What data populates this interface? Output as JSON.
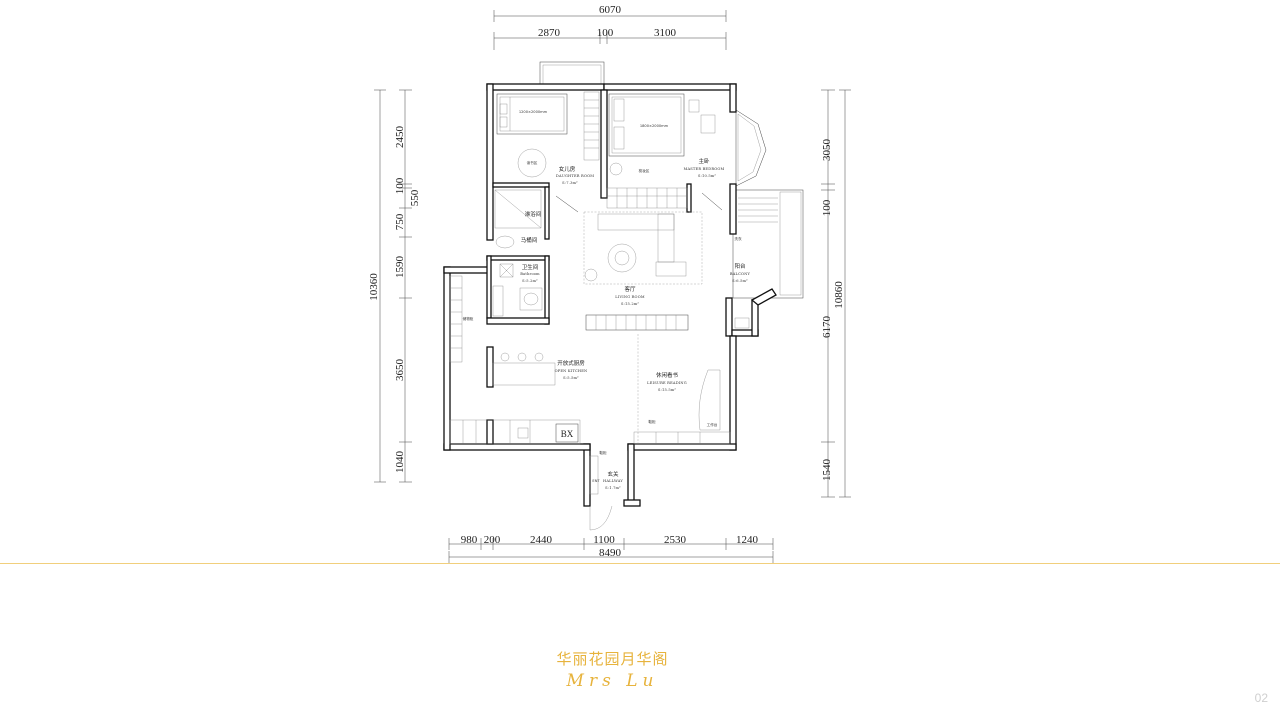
{
  "dimensions": {
    "top_total": "6070",
    "top_segments": [
      "2870",
      "100",
      "3100"
    ],
    "bottom_total": "8490",
    "bottom_segments": [
      "980",
      "200",
      "2440",
      "1100",
      "2530",
      "1240"
    ],
    "left_total": "10360",
    "left_segments": [
      "2450",
      "100",
      "550",
      "750",
      "1590",
      "3650",
      "1040"
    ],
    "right_total": "10860",
    "right_segments": [
      "3050",
      "100",
      "6170",
      "1540"
    ]
  },
  "rooms": {
    "daughter": {
      "cn": "女儿房",
      "en": "DAUGHTER ROOM",
      "area": "S:7.3m²"
    },
    "master": {
      "cn": "主卧",
      "en": "MASTER BEDROOM",
      "area": "S:10.5m²"
    },
    "shower": {
      "cn": "淋浴间"
    },
    "toilet": {
      "cn": "马桶间"
    },
    "bathroom": {
      "cn": "卫生间",
      "en": "Bathroom",
      "area": "S:5.2m²"
    },
    "living": {
      "cn": "客厅",
      "en": "LIVING ROOM",
      "area": "S:15.2m²"
    },
    "balcony": {
      "cn": "阳台",
      "en": "BALCONY",
      "area": "S:6.5m²"
    },
    "kitchen": {
      "cn": "开放式厨房",
      "en": "OPEN KITCHEN",
      "area": "S:5.5m²"
    },
    "reading": {
      "cn": "休闲看书",
      "en": "LEISURE READING",
      "area": "S:15.5m²"
    },
    "hallway": {
      "cn": "玄关",
      "en": "HALLWAY",
      "area": "S:1.7m²"
    }
  },
  "labels": {
    "bed1": "1200×2000mm",
    "bed2": "1800×2000mm",
    "reading_area": "读书区",
    "dressing": "梳妆区",
    "storage": "储物柜",
    "shoe_cabinet": "鞋柜",
    "shoe_cabinet2": "鞋柜",
    "workbench": "工作台",
    "laundry": "洗衣",
    "door_label": "ENT",
    "bx": "BX"
  },
  "title": {
    "cn": "华丽花园月华阁",
    "en": "Mrs Lu"
  },
  "page_number": "02",
  "colors": {
    "accent": "#e7b33c",
    "divider": "#f1cf7c"
  }
}
